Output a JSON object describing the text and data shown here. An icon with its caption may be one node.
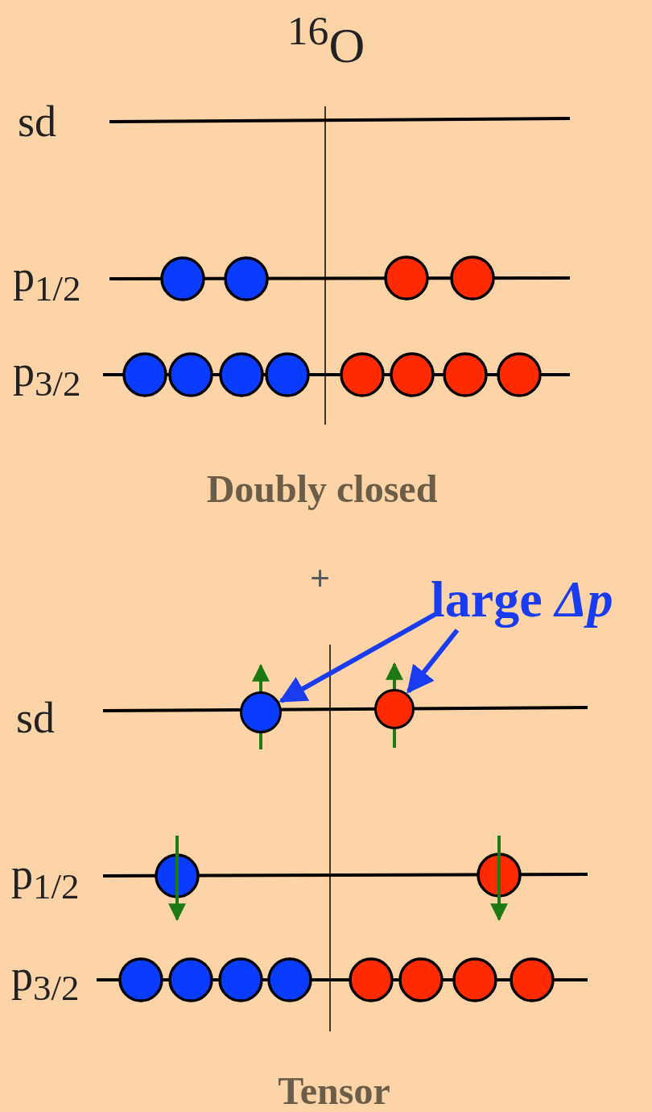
{
  "diagram": {
    "title": "$^{16}$O",
    "nodes": [
      {
        "text": [
          "large *Δp*"
        ]
      },
      {
        "text": [],
        "shape": "circle"
      },
      {
        "text": [],
        "shape": "circle"
      }
    ],
    "edges": [
      {
        "from": 0,
        "to": 1,
        "arrow": "to"
      },
      {
        "from": 0,
        "to": 2,
        "arrow": "to"
      }
    ],
    "labels": [
      "sd",
      "p$_{1/2}$",
      "p$_{3/2}$",
      "Doubly closed",
      "+",
      "sd",
      "p$_{1/2}$",
      "p$_{3/2}$",
      "Tensor"
    ]
  }
}
